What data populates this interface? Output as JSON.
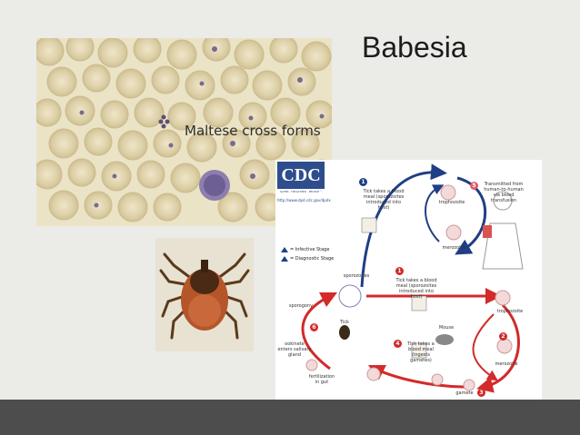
{
  "slide": {
    "title": "Babesia",
    "caption": "Maltese cross forms"
  },
  "lifecycle": {
    "logo": "CDC",
    "tagline": "SAFER · HEALTHIER · PEOPLE™",
    "url": "http://www.dpd.cdc.gov/dpdx",
    "legend_infective": "= Infective Stage",
    "legend_diagnostic": "= Diagnostic Stage",
    "step1_top": "Tick takes a blood meal (sporozoites introduced into host)",
    "trophozoite": "trophozoite",
    "merozoite": "merozoite",
    "step5": "Transmitted from human-to-human via blood transfusion",
    "sporozoites": "sporozoites",
    "sporogony": "sporogony",
    "step1_bottom": "Tick takes a blood meal (sporozoites introduced into host)",
    "mouse": "Mouse",
    "tick": "Tick",
    "trophozoite_mouse": "trophozoite",
    "merozoite_mouse": "merozoite",
    "step4": "Tick takes a blood meal (ingests gametes)",
    "step6": "ookinete enters salivary gland",
    "fertilization": "fertilization in gut",
    "gamete": "gamete",
    "num1": "1",
    "num2": "2",
    "num3": "3",
    "num4": "4",
    "num5": "5",
    "num6": "6"
  },
  "colors": {
    "accent_red": "#d32a2a",
    "accent_blue": "#1f3f86",
    "bottom_bar": "#4d4d4d"
  }
}
